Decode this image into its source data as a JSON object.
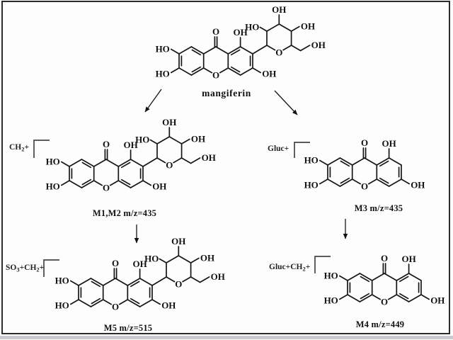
{
  "figure": {
    "parent": {
      "label": "mangiferin"
    },
    "metabolites": {
      "m1m2": {
        "caption": "M1,M2 m/z=435",
        "fragment": {
          "p1": "CH",
          "s1": "2",
          "p2": "+"
        }
      },
      "m3": {
        "caption": "M3 m/z=435",
        "fragment": {
          "p1": "Gluc+"
        }
      },
      "m5": {
        "caption": "M5 m/z=515",
        "fragment": {
          "p1": "SO",
          "s1": "3",
          "p2": "+CH",
          "s2": "2",
          "p3": "+"
        }
      },
      "m4": {
        "caption": "M4 m/z=449",
        "fragment": {
          "p1": "Gluc+CH",
          "s1": "2",
          "p2": "+"
        }
      }
    },
    "atoms": {
      "ho": "HO",
      "oh": "OH",
      "oxygen": "O"
    },
    "colors": {
      "bond": "#161616",
      "text": "#111111",
      "frame": "#2b2b2b"
    }
  }
}
